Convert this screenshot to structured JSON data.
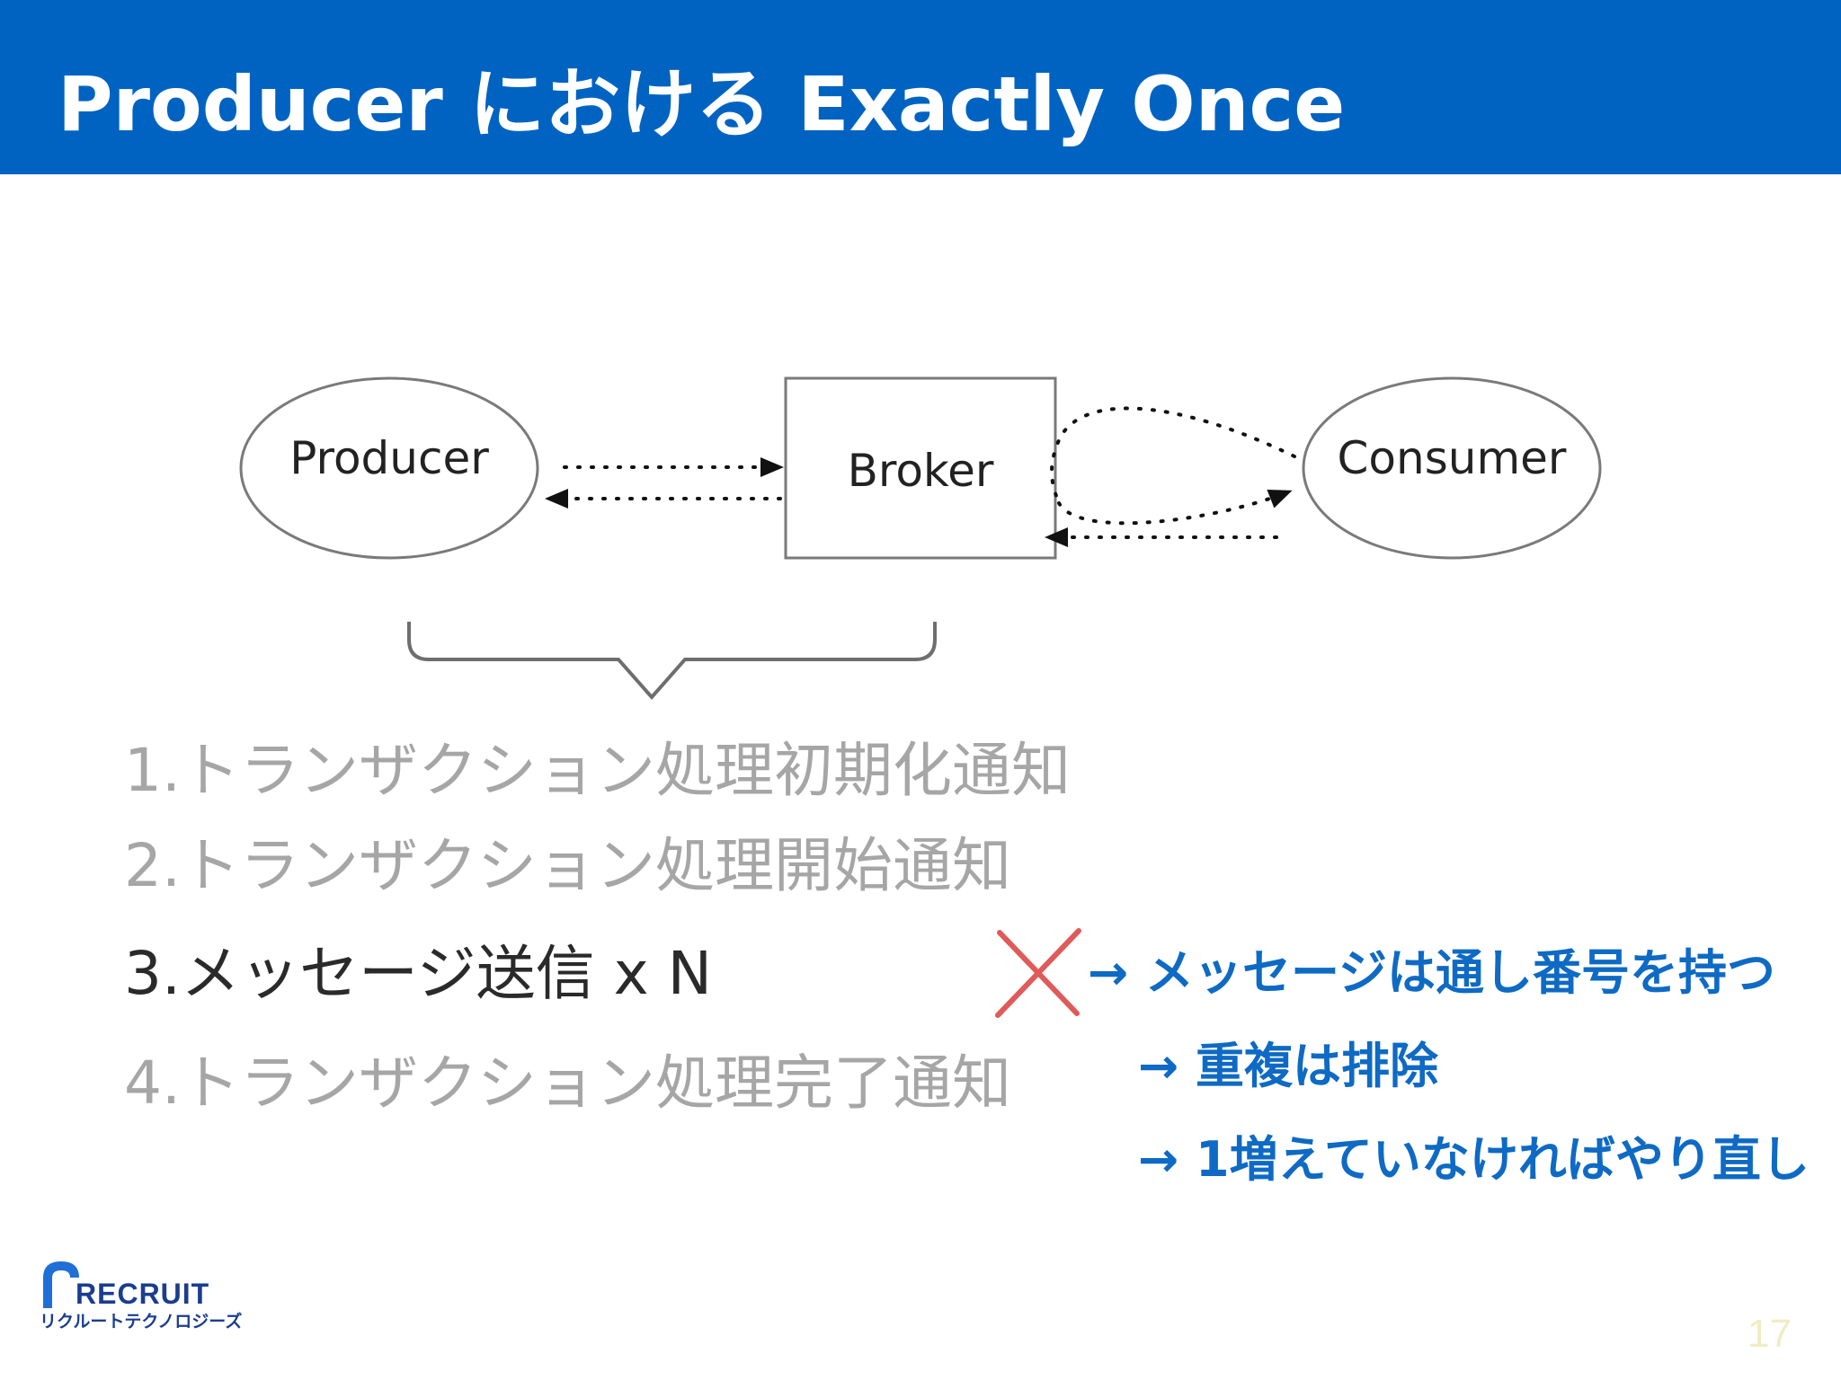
{
  "header": {
    "title": "Producer における Exactly Once"
  },
  "diagram": {
    "producer": "Producer",
    "broker": "Broker",
    "consumer": "Consumer"
  },
  "steps": [
    {
      "text": "1.トランザクション処理初期化通知",
      "active": false
    },
    {
      "text": "2.トランザクション処理開始通知",
      "active": false
    },
    {
      "text": "3.メッセージ送信 x N",
      "active": true
    },
    {
      "text": "4.トランザクション処理完了通知",
      "active": false
    }
  ],
  "notes": [
    "→ メッセージは通し番号を持つ",
    "→ 重複は排除",
    "→ 1増えていなければやり直し"
  ],
  "footer": {
    "logo_word": "RECRUIT",
    "logo_sub": "リクルートテクノロジーズ",
    "page_number": "17"
  },
  "colors": {
    "header_bg": "#0063c2",
    "note_text": "#0e6ac4",
    "cross_mark": "#e05a5a"
  }
}
